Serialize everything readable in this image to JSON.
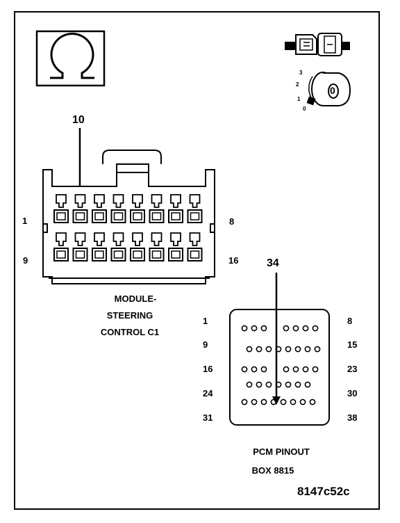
{
  "callouts": {
    "connector_pin": "10",
    "pcm_pin": "34"
  },
  "connector": {
    "caption_line1": "MODULE-",
    "caption_line2": "STEERING",
    "caption_line3": "CONTROL C1",
    "row1_start": "1",
    "row1_end": "8",
    "row2_start": "9",
    "row2_end": "16"
  },
  "pcm": {
    "caption_line1": "PCM PINOUT",
    "caption_line2": "BOX 8815",
    "left_pins": [
      "1",
      "9",
      "16",
      "24",
      "31"
    ],
    "right_pins": [
      "8",
      "15",
      "23",
      "30",
      "38"
    ]
  },
  "key_switch": {
    "positions": [
      "3",
      "2",
      "1",
      "0"
    ],
    "key_label": "0"
  },
  "figure_id": "8147c52c",
  "icons": [
    "ohmmeter-icon",
    "connector-icon",
    "ignition-key-icon"
  ]
}
